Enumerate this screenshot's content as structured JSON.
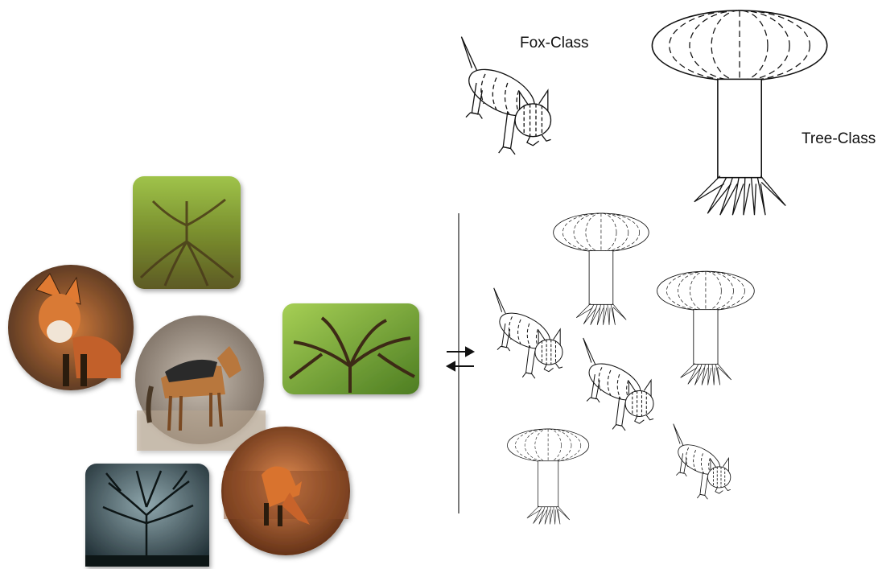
{
  "classes": {
    "fox_label": "Fox-Class",
    "tree_label": "Tree-Class"
  },
  "photos": [
    {
      "subject": "tree",
      "icon": "banyan-tree-photo",
      "shape": "rounded-square"
    },
    {
      "subject": "fox",
      "icon": "red-fox-photo",
      "shape": "circle"
    },
    {
      "subject": "fox",
      "icon": "jackal-photo",
      "shape": "circle"
    },
    {
      "subject": "tree",
      "icon": "oak-tree-photo",
      "shape": "rounded-square"
    },
    {
      "subject": "tree",
      "icon": "bare-tree-silhouette-photo",
      "shape": "rounded-square"
    },
    {
      "subject": "fox",
      "icon": "sniffing-fox-photo",
      "shape": "circle"
    }
  ],
  "arrows": {
    "icon": "bidirectional-arrows-icon"
  },
  "colors": {
    "ink": "#111111",
    "fox_orange": "#c8642a",
    "foliage_green": "#6f9a2a"
  }
}
